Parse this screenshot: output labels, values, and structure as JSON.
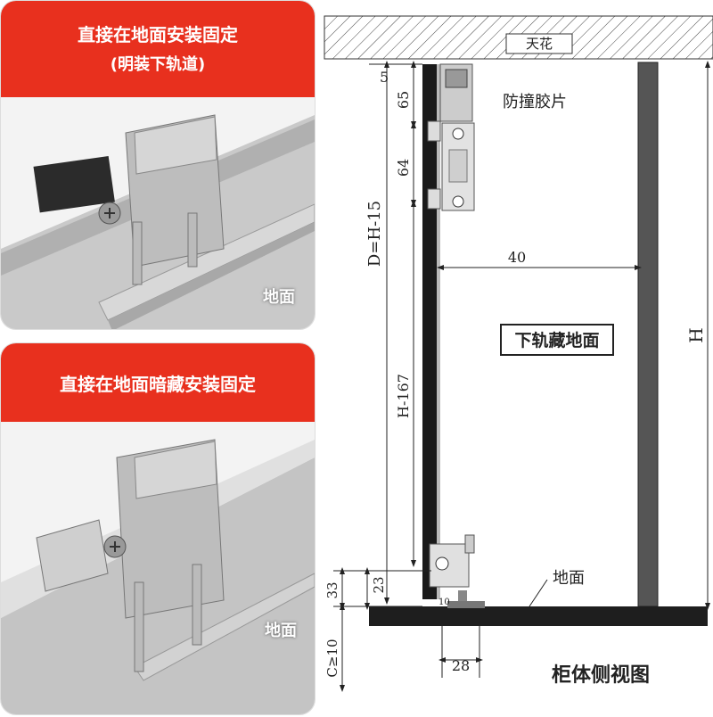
{
  "top_panel": {
    "title_line1": "直接在地面安装固定",
    "title_line2": "(明装下轨道)",
    "floor_label": "地面"
  },
  "bottom_panel": {
    "title_line1": "直接在地面暗藏安装固定",
    "floor_label": "地面"
  },
  "drawing": {
    "ceiling_label": "天花",
    "bumper_label": "防撞胶片",
    "hidden_rail_label": "下轨藏地面",
    "floor_label": "地面",
    "caption": "柜体侧视图",
    "dims": {
      "gap_top": "5",
      "d65": "65",
      "d64": "64",
      "d40": "40",
      "door_height": "D=H-15",
      "h167": "H-167",
      "total_height": "H",
      "d33": "33",
      "d23": "23",
      "d10": "10",
      "d28": "28",
      "clearance": "C≥10"
    },
    "colors": {
      "accent_red": "#e8301e",
      "door_black": "#1a1a1a",
      "wall_gray": "#555555"
    }
  }
}
